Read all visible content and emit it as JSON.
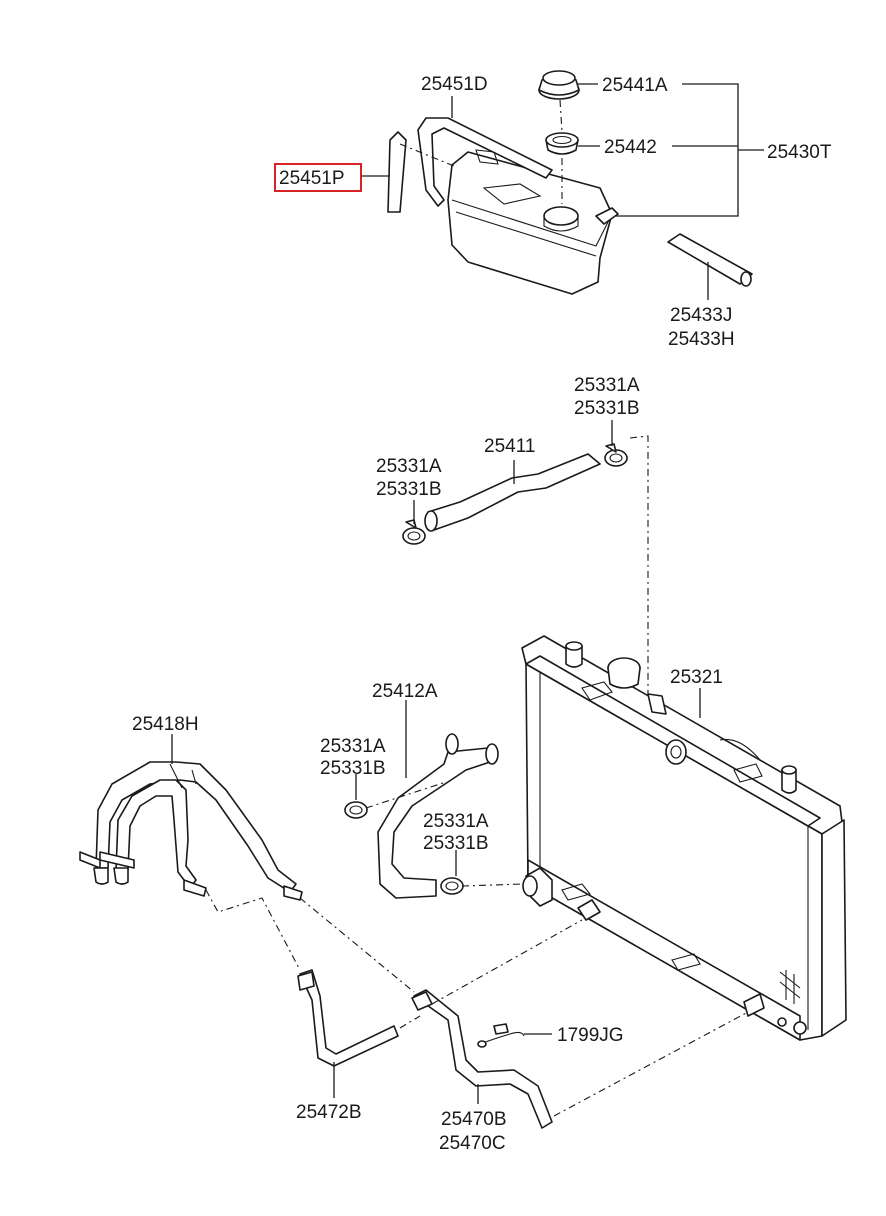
{
  "colors": {
    "highlight": "#d62424",
    "ink": "#1a1a1a"
  },
  "labels": {
    "p25451D": "25451D",
    "p25441A": "25441A",
    "p25442": "25442",
    "p25430T": "25430T",
    "p25451P": "25451P",
    "p25433J": "25433J",
    "p25433H": "25433H",
    "clampTopA": "25331A",
    "clampTopB": "25331B",
    "p25411": "25411",
    "clampLeftA": "25331A",
    "clampLeftB": "25331B",
    "p25321": "25321",
    "p25412A": "25412A",
    "clampMidA": "25331A",
    "clampMidB": "25331B",
    "clampLowA": "25331A",
    "clampLowB": "25331B",
    "p25418H": "25418H",
    "p1799JG": "1799JG",
    "p25472B": "25472B",
    "p25470B": "25470B",
    "p25470C": "25470C"
  }
}
